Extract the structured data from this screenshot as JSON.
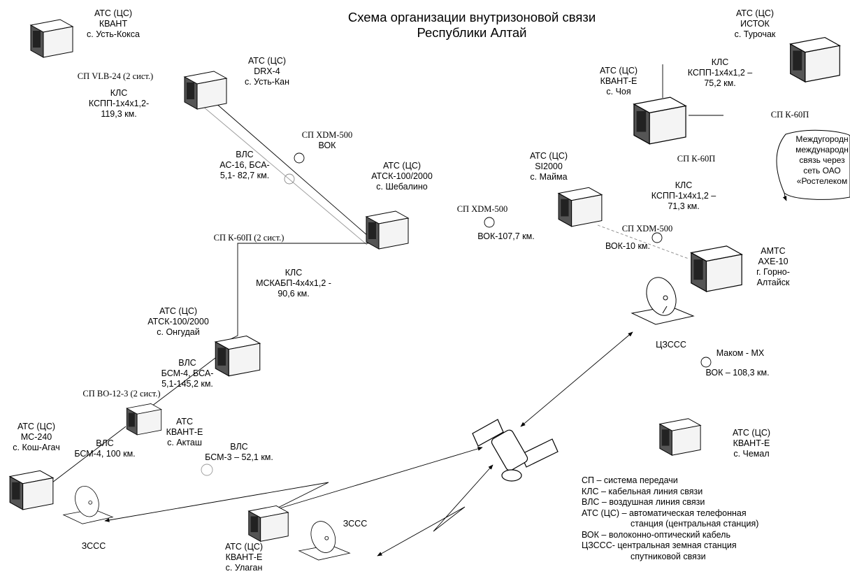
{
  "title": {
    "line1": "Схема организации внутризоновой связи",
    "line2": "Республики Алтай"
  },
  "stations": {
    "kvant_koksa": [
      "АТС (ЦС)",
      "КВАНТ",
      "с. Усть-Кокса"
    ],
    "drx_kan": [
      "АТС (ЦС)",
      "DRX-4",
      "с. Усть-Кан"
    ],
    "istok": [
      "АТС (ЦС)",
      "ИСТОК",
      "с. Турочак"
    ],
    "kvant_choya": [
      "АТС (ЦС)",
      "КВАНТ-Е",
      "с. Чоя"
    ],
    "shebalino": [
      "АТС (ЦС)",
      "АТСК-100/2000",
      "с. Шебалино"
    ],
    "mayma": [
      "АТС (ЦС)",
      "SI2000",
      "с. Майма"
    ],
    "amts": [
      "АМТС",
      "АХЕ-10",
      "г. Горно-",
      "Алтайск"
    ],
    "ongudai": [
      "АТС (ЦС)",
      "АТСК-100/2000",
      "с. Онгудай"
    ],
    "kosh_agach": [
      "АТС (ЦС)",
      "МС-240",
      "с. Кош-Агач"
    ],
    "aktash": [
      "АТС",
      "КВАНТ-Е",
      "с. Акташ"
    ],
    "chemal": [
      "АТС (ЦС)",
      "КВАНТ-Е",
      "с. Чемал"
    ],
    "ulagan": [
      "АТС (ЦС)",
      "КВАНТ-Е",
      "с. Улаган"
    ]
  },
  "links": {
    "vlb": "СП VLB-24 (2 сист.)",
    "kls_koksa": [
      "КЛС",
      "КСПП-1х4х1,2-",
      "119,3 км."
    ],
    "xdm_top": [
      "СП XDM-500",
      "ВОК"
    ],
    "vls_kan": [
      "ВЛС",
      "АС-16, БСА-",
      "5,1- 82,7 км."
    ],
    "kls_istok": [
      "КЛС",
      "КСПП-1х4х1,2 –",
      "75,2 км."
    ],
    "k60_right": "СП К-60П",
    "k60_choya": "СП К-60П",
    "k60_2": "СП К-60П (2 сист.)",
    "kls_shebalino": [
      "КЛС",
      "МСКАБП-4х4х1,2 -",
      "90,6 км."
    ],
    "xdm_mid": "СП XDM-500",
    "vok_mid": "ВОК-107,7 км.",
    "kls_mayma": [
      "КЛС",
      "КСПП-1х4х1,2 –",
      "71,3 км."
    ],
    "xdm_mayma": "СП XDM-500",
    "vok_mayma": "ВОК-10 км.",
    "vls_ongudai": [
      "ВЛС",
      "БСМ-4, БСА-",
      "5,1-145,2 км."
    ],
    "vo12": "СП ВО-12-3 (2 сист.)",
    "vls_kosh": [
      "ВЛС",
      "БСМ-4, 100 км."
    ],
    "vls_ulagan": [
      "ВЛС",
      "БСМ-3 – 52,1 км."
    ],
    "makom": "Маком - МХ",
    "vok_makom": "ВОК – 108,3 км."
  },
  "earth_stations": {
    "central": "ЦЗССС",
    "kosh": "ЗССС",
    "ulagan": "ЗССС"
  },
  "note": [
    "Междугородн",
    "международн",
    "связь через",
    "сеть ОАО",
    "«Ростелеком"
  ],
  "legend": [
    "СП – система передачи",
    "КЛС – кабельная линия связи",
    "ВЛС – воздушная линия связи",
    "АТС (ЦС) – автоматическая телефонная",
    "станция (центральная станция)",
    "ВОК – волоконно-оптический кабель",
    "ЦЗССС- центральная земная станция",
    "спутниковой связи"
  ]
}
